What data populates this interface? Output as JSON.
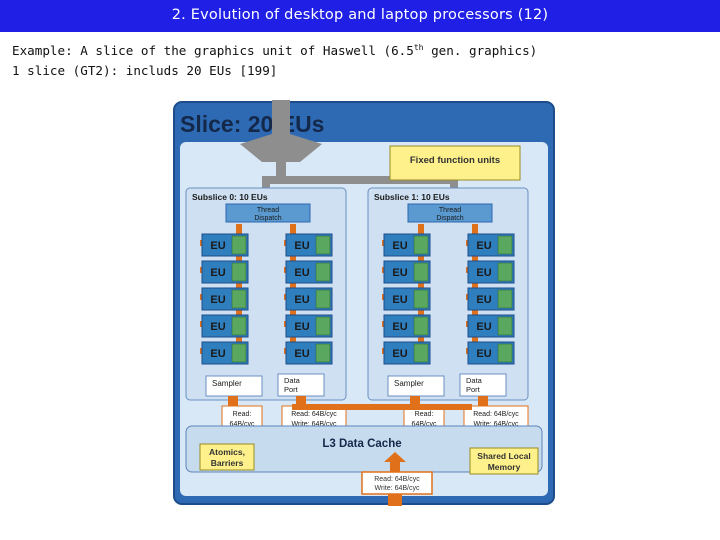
{
  "header": {
    "title": "2. Evolution of desktop and laptop processors (12)"
  },
  "caption": {
    "line1_prefix": "Example: A slice of the graphics unit of Haswell (6.5",
    "line1_sup": "th",
    "line1_suffix": " gen. graphics)",
    "line2": "1 slice (GT2): includs 20 EUs [199]"
  },
  "diagram": {
    "title": "Slice: 20 EUs",
    "fixed_function": "Fixed function units",
    "subslices": [
      {
        "label": "Subslice 0: 10 EUs",
        "thread_dispatch": [
          "Thread",
          "Dispatch"
        ],
        "sampler": "Sampler",
        "data_port": [
          "Data",
          "Port"
        ],
        "read_a": [
          "Read:",
          "64B/cyc"
        ],
        "rw": [
          "Read: 64B/cyc",
          "Write: 64B/cyc"
        ]
      },
      {
        "label": "Subslice 1: 10 EUs",
        "thread_dispatch": [
          "Thread",
          "Dispatch"
        ],
        "sampler": "Sampler",
        "data_port": [
          "Data",
          "Port"
        ],
        "read_a": [
          "Read:",
          "64B/cyc"
        ],
        "rw": [
          "Read: 64B/cyc",
          "Write: 64B/cyc"
        ]
      }
    ],
    "eu_label": "EU",
    "l3": "L3 Data Cache",
    "atomics": [
      "Atomics,",
      "Barriers"
    ],
    "shared_local": [
      "Shared Local",
      "Memory"
    ],
    "bottom_rw": [
      "Read: 64B/cyc",
      "Write: 64B/cyc"
    ],
    "colors": {
      "slice_border": "#2c67b0",
      "slice_fill": "#d7e6f5",
      "subslice_fill": "#c8dcf0",
      "eu_fill": "#3c8fc8",
      "eu_cell": "#5aa860",
      "orange": "#e0701a",
      "yellow": "#fdf08a",
      "grey_arrow": "#8c8c8c"
    }
  }
}
